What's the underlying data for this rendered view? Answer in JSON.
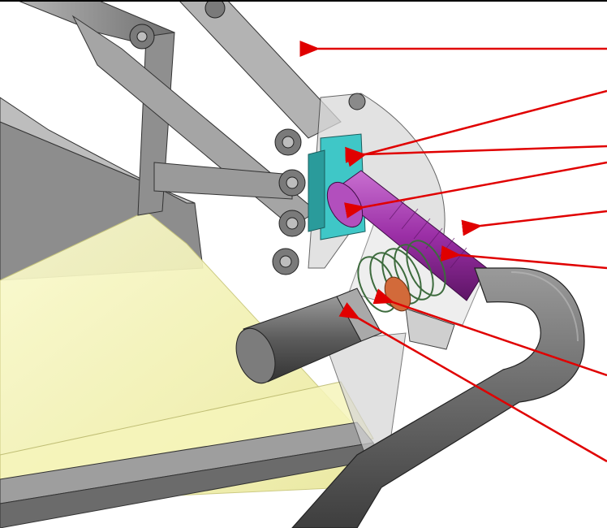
{
  "figure": {
    "labels": [],
    "leader_color": "#e00000"
  },
  "palette": {
    "background": "#ffffff",
    "frame_metal": "#8a8a8a",
    "frame_dark": "#555555",
    "translucent_plate": "#d9d9d9",
    "bearing_block": "#3fc7c7",
    "shaft": "#9b2fa6",
    "spring": "#3d6b3d",
    "bushing": "#d26a3a",
    "roller": "#6b6b6b",
    "conveyor_belt": "#f3f2a6",
    "tube": "#7a7a7a"
  },
  "callouts": [
    {
      "id": "frame-plate-leader"
    },
    {
      "id": "side-plate-leader"
    },
    {
      "id": "bearing-block-leader"
    },
    {
      "id": "shaft-leader"
    },
    {
      "id": "housing-leader"
    },
    {
      "id": "threaded-rod-leader"
    },
    {
      "id": "bushing-leader"
    },
    {
      "id": "roller-end-leader"
    }
  ]
}
